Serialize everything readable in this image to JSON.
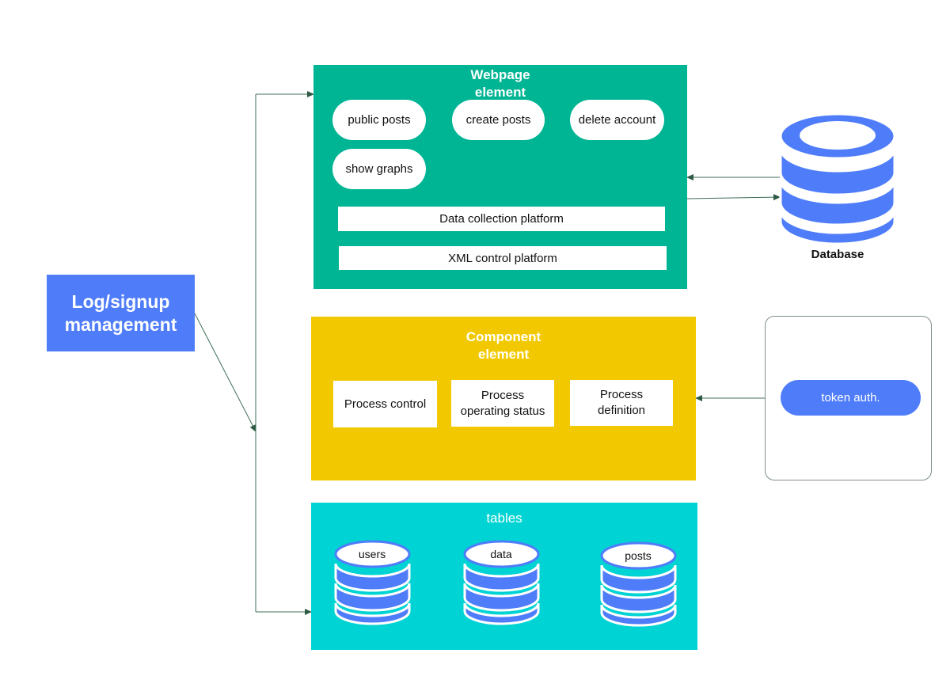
{
  "login": {
    "label": "Log/signup\nmanagement"
  },
  "webpage": {
    "title": "Webpage\nelement",
    "pills": [
      "public posts",
      "create posts",
      "delete account",
      "show graphs"
    ],
    "data_platform": "Data collection platform",
    "xml_platform": "XML control platform"
  },
  "database": {
    "label": "Database"
  },
  "component": {
    "title": "Component\nelement",
    "cards": [
      "Process control",
      "Process\noperating status",
      "Process\ndefinition"
    ]
  },
  "auth": {
    "token_label": "token auth."
  },
  "tables": {
    "title": "tables",
    "dbs": [
      "users",
      "data",
      "posts"
    ]
  },
  "colors": {
    "login_blue": "#4f7df9",
    "webpage_green": "#00b593",
    "component_yellow": "#f2c900",
    "tables_cyan": "#00d3d3",
    "wire": "#3f6f56"
  }
}
